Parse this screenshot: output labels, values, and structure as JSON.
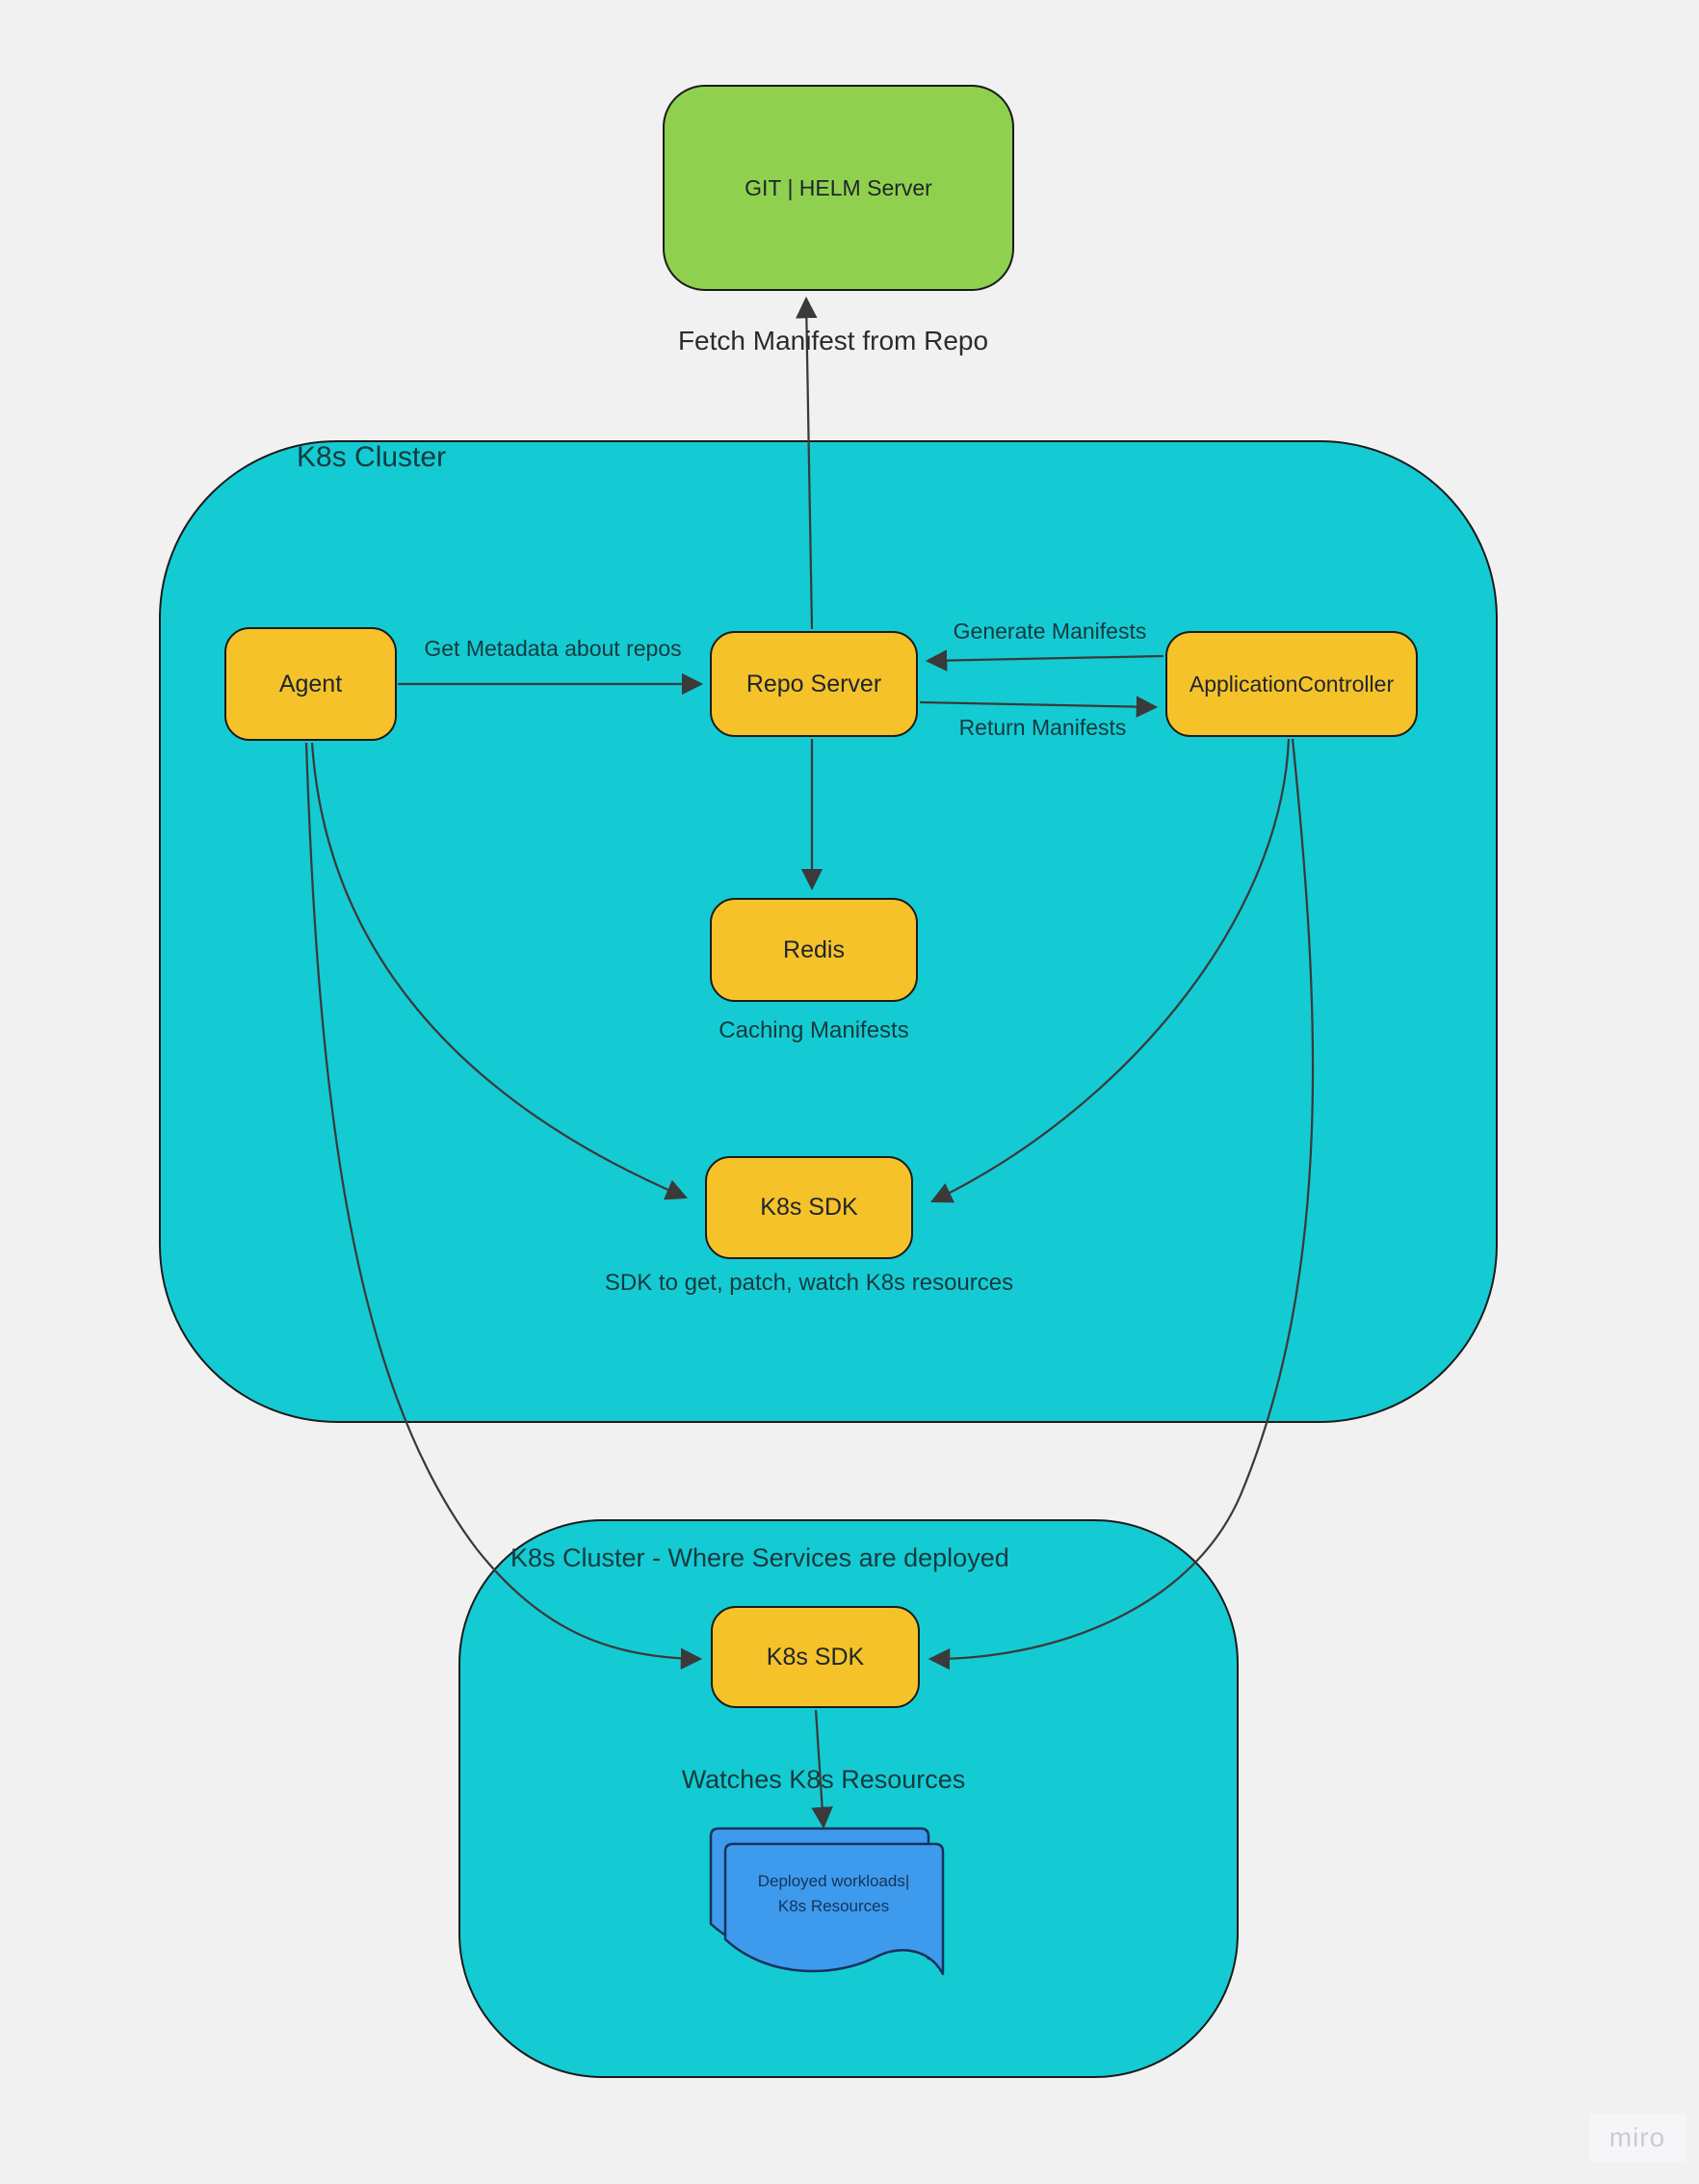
{
  "colors": {
    "background": "#F1F1F2",
    "cluster_fill": "#14CBD3",
    "node_fill": "#F5C22A",
    "external_fill": "#8FD14F",
    "document_fill": "#3E9AEC",
    "shape_stroke": "#1B1B1B",
    "document_stroke": "#16325C",
    "arrow": "#3A3A3A",
    "text_dark": "#20262A",
    "cluster_label": "#153A3E",
    "doc_text": "#143459",
    "watermark_bg": "#F6F6F9",
    "watermark_text": "#C8CAD7"
  },
  "external_node": {
    "label": "GIT | HELM Server"
  },
  "edge_labels": {
    "fetch_manifest": "Fetch Manifest from Repo",
    "get_metadata": "Get Metadata about repos",
    "generate_manifests": "Generate Manifests",
    "return_manifests": "Return Manifests"
  },
  "cluster_main": {
    "title": "K8s Cluster",
    "nodes": {
      "agent": "Agent",
      "repo_server": "Repo Server",
      "app_controller": "ApplicationController",
      "redis": "Redis",
      "k8s_sdk": "K8s SDK"
    },
    "captions": {
      "caching": "Caching Manifests",
      "sdk": "SDK to get, patch, watch K8s resources"
    }
  },
  "cluster_deploy": {
    "title": "K8s Cluster - Where Services are deployed",
    "nodes": {
      "k8s_sdk": "K8s SDK"
    },
    "captions": {
      "watches": "Watches K8s Resources"
    },
    "document": {
      "line1": "Deployed workloads|",
      "line2": "K8s Resources"
    }
  },
  "watermark": "miro"
}
